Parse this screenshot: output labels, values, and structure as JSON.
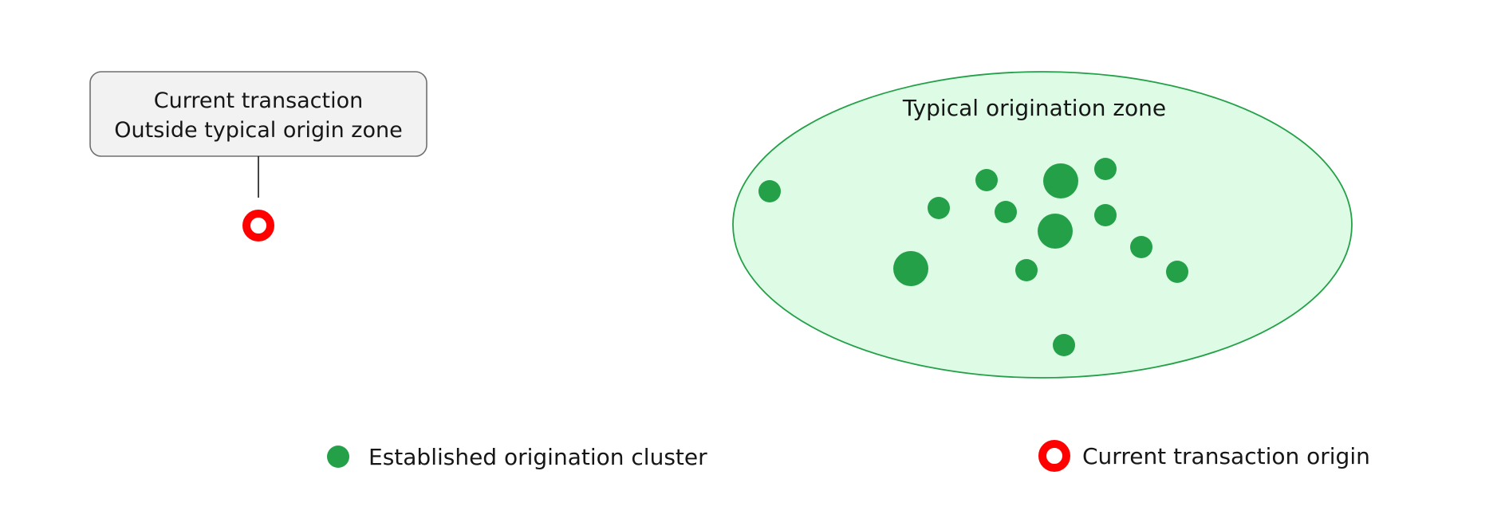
{
  "callout": {
    "line1": "Current transaction",
    "line2": "Outside typical origin zone"
  },
  "zone": {
    "label": "Typical origination zone"
  },
  "legend": {
    "cluster_label": "Established origination cluster",
    "origin_label": "Current transaction origin"
  },
  "colors": {
    "cluster_point": "#24a148",
    "zone_fill": "#defbe6",
    "zone_stroke": "#24a148",
    "current_origin": "#ff0000",
    "callout_fill": "#f2f2f2",
    "callout_stroke": "#6f6f6f",
    "text": "#161616"
  },
  "icons": {
    "cluster_point": "green-filled-circle",
    "current_origin": "red-ring-marker"
  }
}
